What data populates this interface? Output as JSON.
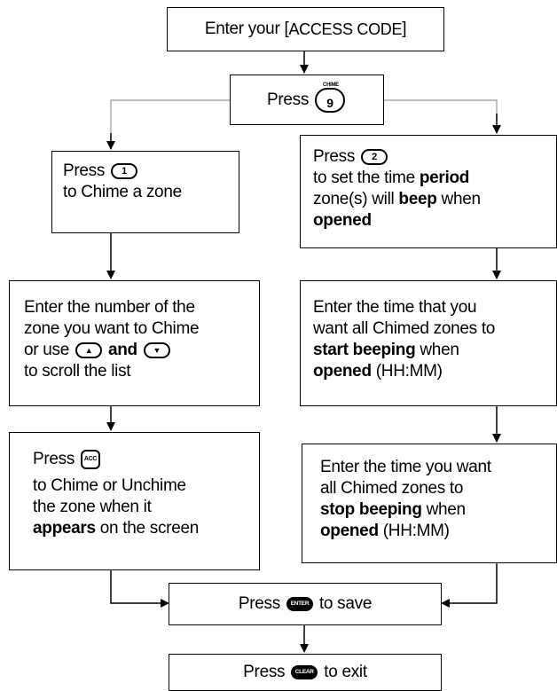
{
  "start": {
    "prefix": "Enter your [",
    "code": "ACCESS CODE",
    "suffix": "]"
  },
  "press9": {
    "label": "Press",
    "key_label": "9",
    "key_sup": "CHIME"
  },
  "left": {
    "box1": {
      "press": "Press",
      "key": "1",
      "text": "to Chime a zone"
    },
    "box2": {
      "line1": "Enter the number of the",
      "line2": "zone you want to Chime",
      "line3_a": "or use",
      "line3_b": "and",
      "up_key": "▲",
      "down_key": "▼",
      "line4": "to scroll the list"
    },
    "box3": {
      "press": "Press",
      "key": "ACC",
      "line1": "to Chime or Unchime",
      "line2": "the zone when it",
      "line3_b": "appears",
      "line3_r": " on the screen"
    }
  },
  "right": {
    "box1": {
      "press": "Press",
      "key": "2",
      "line1_a": "to set the time ",
      "line1_b": "period",
      "line2_a": "zone(s) will ",
      "line2_b": "beep",
      "line2_c": " when",
      "line3": "opened"
    },
    "box2": {
      "line1": "Enter the time that you",
      "line2": "want all Chimed zones to",
      "line3_b": "start beeping",
      "line3_r": " when",
      "line4_b": "opened",
      "line4_r": " (HH:MM)"
    },
    "box3": {
      "line1": "Enter the time you want",
      "line2": "all Chimed zones to",
      "line3_b": "stop beeping",
      "line3_r": " when",
      "line4_b": "opened",
      "line4_r": " (HH:MM)"
    }
  },
  "save": {
    "press": "Press",
    "key": "ENTER",
    "text": "to save"
  },
  "exit": {
    "press": "Press",
    "key": "CLEAR",
    "text": "to exit"
  }
}
